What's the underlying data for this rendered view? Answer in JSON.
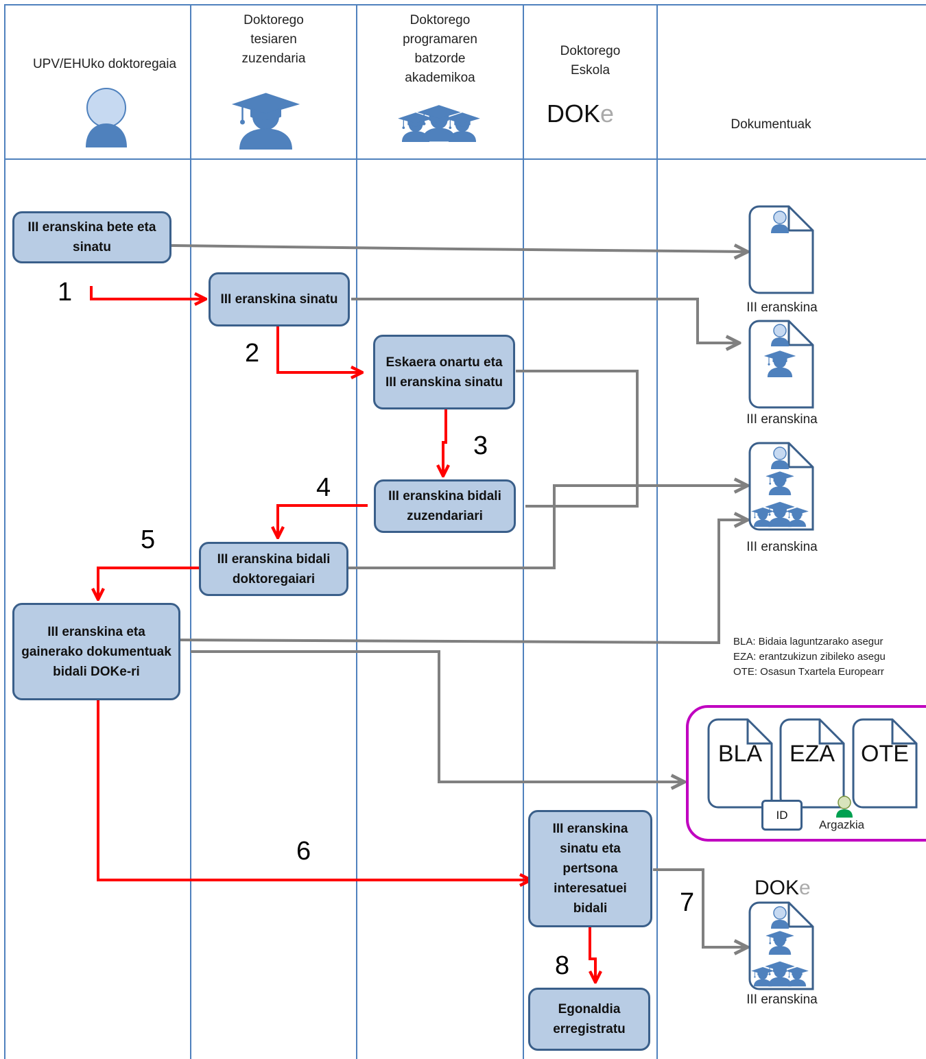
{
  "lanes": {
    "candidate": "UPV/EHUko doktoregaia",
    "director": [
      "Doktorego",
      "tesiaren",
      "zuzendaria"
    ],
    "committee": [
      "Doktorego",
      "programaren",
      "batzorde",
      "akademikoa"
    ],
    "school": [
      "Doktorego",
      "Eskola"
    ],
    "documents": "Dokumentuak"
  },
  "logo": {
    "prefix": "DOK",
    "suffix": "e"
  },
  "steps": {
    "s1_fill": "III eranskina bete eta sinatu",
    "s2_sign": "III eranskina sinatu",
    "s3_approve": "Eskaera onartu eta III eranskina sinatu",
    "s4_send_director": "III eranskina bidali zuzendariari",
    "s5_send_candidate": "III eranskina bidali doktoregaiari",
    "s6_send_doke": "III eranskina eta gainerako dokumentuak bidali DOKe-ri",
    "s7_sign_send": "III eranskina sinatu eta pertsona interesatuei bidali",
    "s8_register": "Egonaldia erregistratu"
  },
  "numbers": [
    "1",
    "2",
    "3",
    "4",
    "5",
    "6",
    "7",
    "8"
  ],
  "documents": {
    "doc_label": "III eranskina",
    "legend": [
      "BLA: Bidaia laguntzarako asegur",
      "EZA: erantzukizun zibileko asegu",
      "OTE: Osasun Txartela Europearr"
    ],
    "bundle": [
      "BLA",
      "EZA",
      "OTE"
    ],
    "id_label": "ID",
    "photo_label": "Argazkia"
  },
  "colors": {
    "lane": "#4f81bd",
    "box_fill": "#b8cce4",
    "box_border": "#3a5f8a",
    "flow_arrow": "#ff0000",
    "doc_arrow": "#808080",
    "bundle_border": "#c000c0",
    "person": "#4f81bd"
  }
}
